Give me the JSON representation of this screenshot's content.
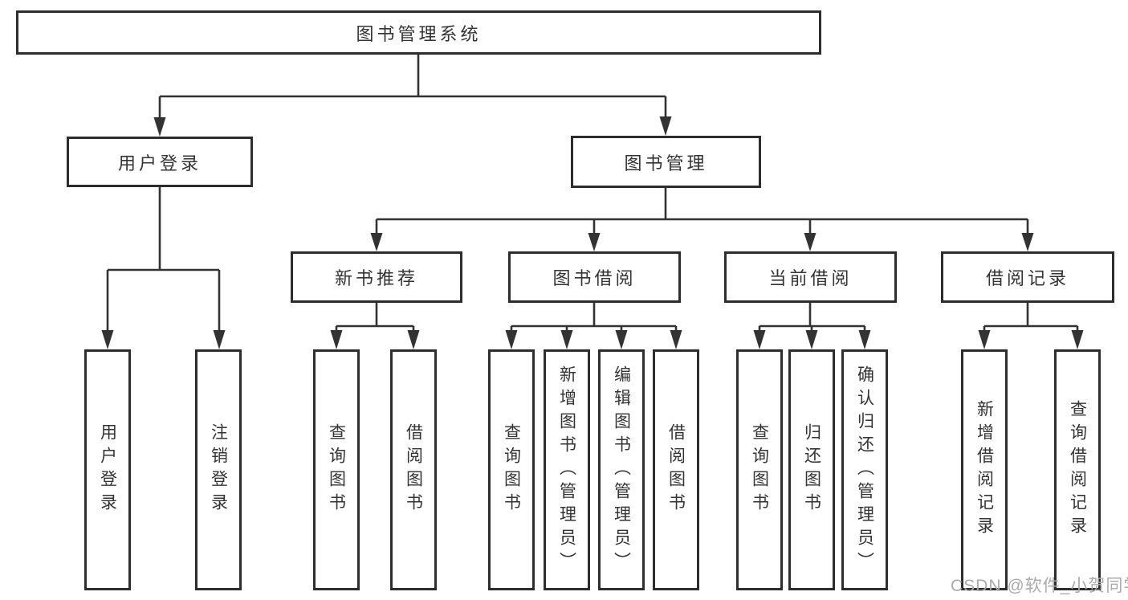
{
  "diagram": {
    "root": {
      "label": "图书管理系统"
    },
    "level2": [
      {
        "id": "user-login",
        "label": "用户登录"
      },
      {
        "id": "book-management",
        "label": "图书管理"
      }
    ],
    "level3": [
      {
        "id": "new-book-recommend",
        "label": "新书推荐",
        "parent": "book-management"
      },
      {
        "id": "book-borrow",
        "label": "图书借阅",
        "parent": "book-management"
      },
      {
        "id": "current-borrow",
        "label": "当前借阅",
        "parent": "book-management"
      },
      {
        "id": "borrow-records",
        "label": "借阅记录",
        "parent": "book-management"
      }
    ],
    "leaves": [
      {
        "parent": "user-login",
        "label": "用户登录"
      },
      {
        "parent": "user-login",
        "label": "注销登录"
      },
      {
        "parent": "new-book-recommend",
        "label": "查询图书"
      },
      {
        "parent": "new-book-recommend",
        "label": "借阅图书"
      },
      {
        "parent": "book-borrow",
        "label": "查询图书"
      },
      {
        "parent": "book-borrow",
        "label": "新增图书（管理员）"
      },
      {
        "parent": "book-borrow",
        "label": "编辑图书（管理员）"
      },
      {
        "parent": "book-borrow",
        "label": "借阅图书"
      },
      {
        "parent": "current-borrow",
        "label": "查询图书"
      },
      {
        "parent": "current-borrow",
        "label": "归还图书"
      },
      {
        "parent": "current-borrow",
        "label": "确认归还（管理员）"
      },
      {
        "parent": "borrow-records",
        "label": "新增借阅记录"
      },
      {
        "parent": "borrow-records",
        "label": "查询借阅记录"
      }
    ],
    "colors": {
      "line": "#333333",
      "box_border": "#2d2d2d",
      "text": "#333333",
      "background": "#ffffff"
    }
  },
  "watermark": {
    "text": "CSDN @软件_小贺同学",
    "color": "#ababab"
  }
}
